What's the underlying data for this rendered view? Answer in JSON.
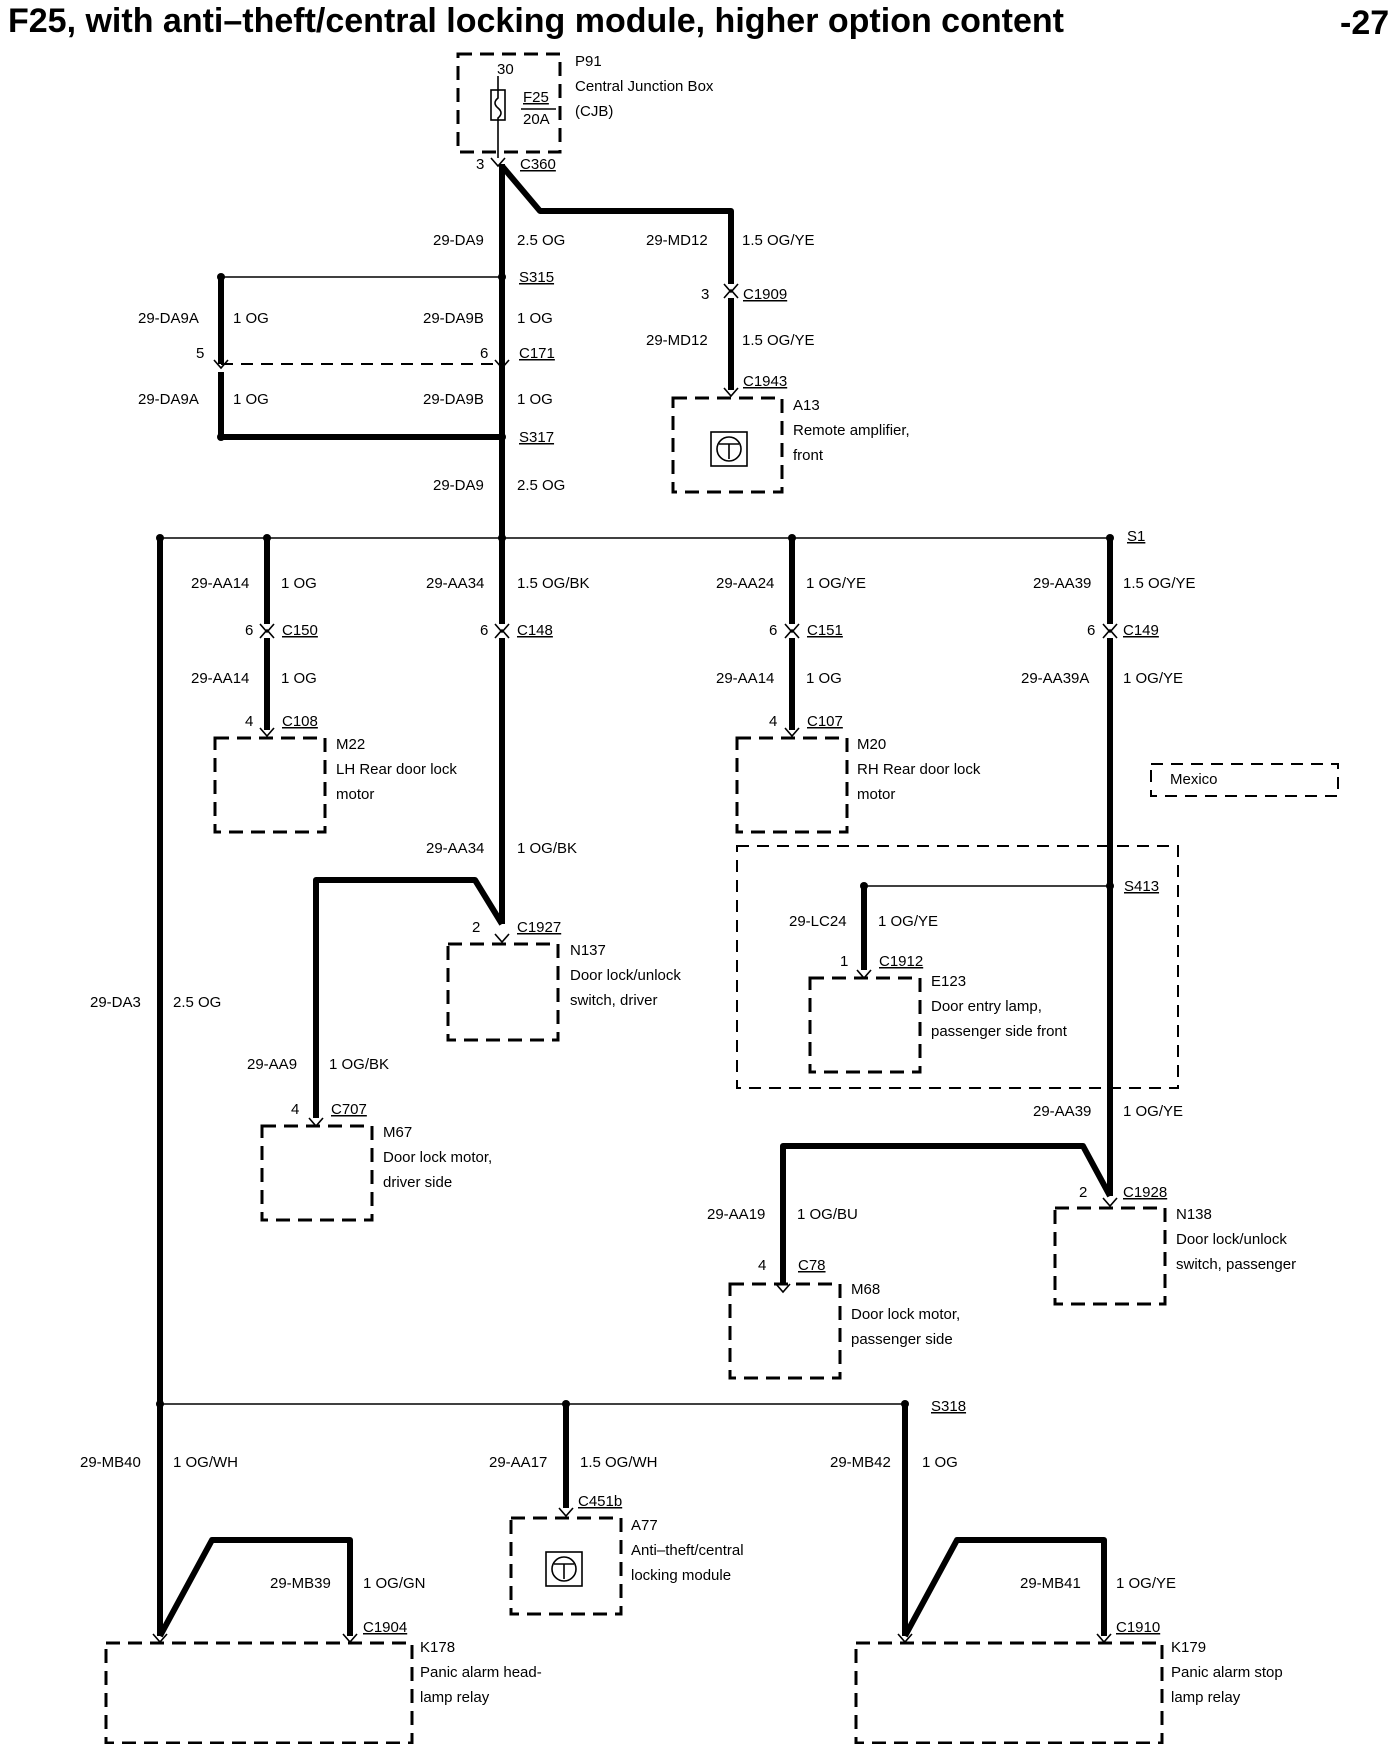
{
  "title": "F25, with anti–theft/central locking module, higher option content",
  "page_number": "-27",
  "fuse_box": {
    "id": "P91",
    "desc1": "Central Junction Box",
    "desc2": "(CJB)",
    "pin": "30",
    "fuse": "F25",
    "rating": "20A"
  },
  "connectors": {
    "c360": "C360",
    "c1909": "C1909",
    "c1943": "C1943",
    "c171": "C171",
    "c150": "C150",
    "c148": "C148",
    "c151": "C151",
    "c149": "C149",
    "c108": "C108",
    "c107": "C107",
    "c1927": "C1927",
    "c1912": "C1912",
    "c707": "C707",
    "c1928": "C1928",
    "c78": "C78",
    "c451b": "C451b",
    "c1904": "C1904",
    "c1910": "C1910"
  },
  "splices": {
    "s315": "S315",
    "s317": "S317",
    "s1": "S1",
    "s413": "S413",
    "s318": "S318"
  },
  "pins": {
    "c360": "3",
    "c1909": "3",
    "c171_left": "5",
    "c171_right": "6",
    "c150": "6",
    "c148": "6",
    "c151": "6",
    "c149": "6",
    "c108": "4",
    "c107": "4",
    "c1927": "2",
    "c1912": "1",
    "c707": "4",
    "c1928": "2",
    "c78": "4"
  },
  "wires": {
    "da9_top": {
      "circuit": "29-DA9",
      "spec": "2.5 OG"
    },
    "md12_top": {
      "circuit": "29-MD12",
      "spec": "1.5 OG/YE"
    },
    "md12_bot": {
      "circuit": "29-MD12",
      "spec": "1.5 OG/YE"
    },
    "da9a_top": {
      "circuit": "29-DA9A",
      "spec": "1 OG"
    },
    "da9b_top": {
      "circuit": "29-DA9B",
      "spec": "1 OG"
    },
    "da9a_bot": {
      "circuit": "29-DA9A",
      "spec": "1 OG"
    },
    "da9b_bot": {
      "circuit": "29-DA9B",
      "spec": "1 OG"
    },
    "da9_mid": {
      "circuit": "29-DA9",
      "spec": "2.5 OG"
    },
    "aa14_top": {
      "circuit": "29-AA14",
      "spec": "1 OG"
    },
    "aa34_top": {
      "circuit": "29-AA34",
      "spec": "1.5 OG/BK"
    },
    "aa24": {
      "circuit": "29-AA24",
      "spec": "1 OG/YE"
    },
    "aa39_top": {
      "circuit": "29-AA39",
      "spec": "1.5 OG/YE"
    },
    "aa14_left": {
      "circuit": "29-AA14",
      "spec": "1 OG"
    },
    "aa14_right": {
      "circuit": "29-AA14",
      "spec": "1 OG"
    },
    "aa39a": {
      "circuit": "29-AA39A",
      "spec": "1 OG/YE"
    },
    "aa34_low": {
      "circuit": "29-AA34",
      "spec": "1 OG/BK"
    },
    "lc24": {
      "circuit": "29-LC24",
      "spec": "1 OG/YE"
    },
    "da3": {
      "circuit": "29-DA3",
      "spec": "2.5 OG"
    },
    "aa9": {
      "circuit": "29-AA9",
      "spec": "1 OG/BK"
    },
    "aa39_low": {
      "circuit": "29-AA39",
      "spec": "1 OG/YE"
    },
    "aa19": {
      "circuit": "29-AA19",
      "spec": "1 OG/BU"
    },
    "mb40": {
      "circuit": "29-MB40",
      "spec": "1 OG/WH"
    },
    "aa17": {
      "circuit": "29-AA17",
      "spec": "1.5 OG/WH"
    },
    "mb42": {
      "circuit": "29-MB42",
      "spec": "1 OG"
    },
    "mb39": {
      "circuit": "29-MB39",
      "spec": "1 OG/GN"
    },
    "mb41": {
      "circuit": "29-MB41",
      "spec": "1 OG/YE"
    }
  },
  "components": {
    "a13": {
      "id": "A13",
      "line1": "Remote amplifier,",
      "line2": "front"
    },
    "m22": {
      "id": "M22",
      "line1": "LH Rear door lock",
      "line2": "motor"
    },
    "m20": {
      "id": "M20",
      "line1": "RH Rear door lock",
      "line2": "motor"
    },
    "n137": {
      "id": "N137",
      "line1": "Door lock/unlock",
      "line2": "switch, driver"
    },
    "e123": {
      "id": "E123",
      "line1": "Door entry lamp,",
      "line2": "passenger side front"
    },
    "m67": {
      "id": "M67",
      "line1": "Door lock motor,",
      "line2": "driver side"
    },
    "n138": {
      "id": "N138",
      "line1": "Door lock/unlock",
      "line2": "switch, passenger"
    },
    "m68": {
      "id": "M68",
      "line1": "Door lock motor,",
      "line2": "passenger side"
    },
    "a77": {
      "id": "A77",
      "line1": "Anti–theft/central",
      "line2": "locking module"
    },
    "k178": {
      "id": "K178",
      "line1": "Panic alarm head-",
      "line2": "lamp relay"
    },
    "k179": {
      "id": "K179",
      "line1": "Panic alarm stop",
      "line2": "lamp relay"
    }
  },
  "option_box": {
    "label": "Mexico"
  }
}
